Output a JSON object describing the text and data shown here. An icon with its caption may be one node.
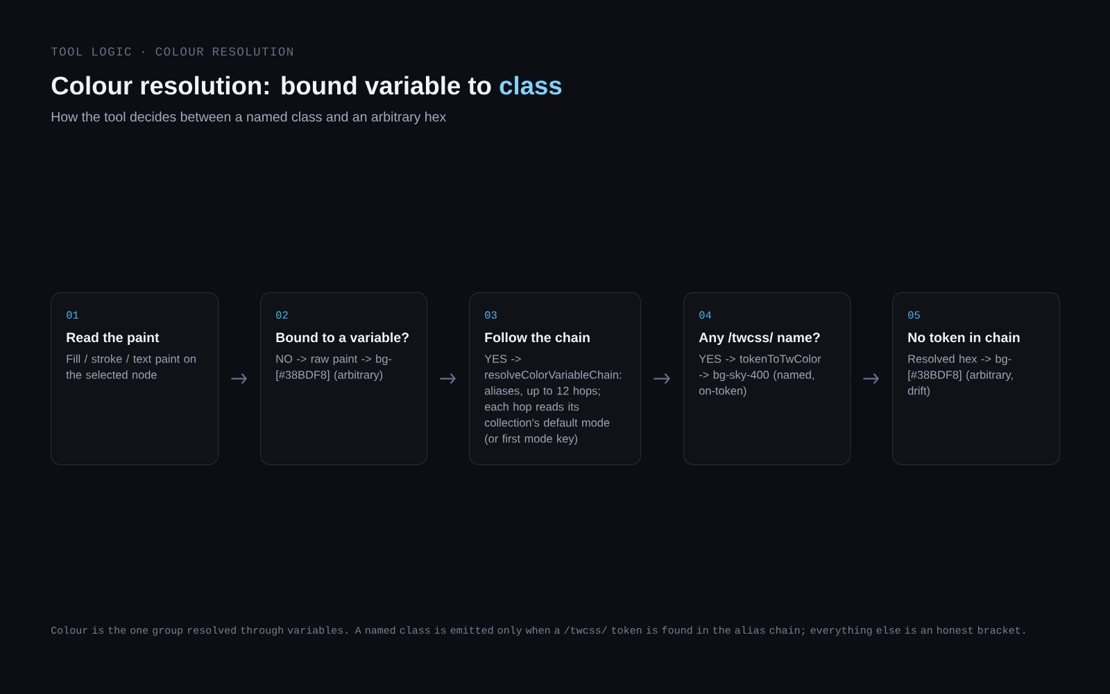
{
  "diagram": {
    "title": "Colour resolution: bound variable to class",
    "caption": "Colour is the one group resolved through variables. A named class is emitted only when a /twcss/ token is found in the alias chain; everything else is an honest bracket.",
    "nodes": [
      {
        "text": [
          "01",
          "Read the paint",
          "Fill / stroke / text paint on the selected node"
        ]
      },
      {
        "text": [
          "02",
          "Bound to a variable?",
          "NO -> raw paint -> bg-[#38BDF8] (arbitrary)"
        ]
      },
      {
        "text": [
          "03",
          "Follow the chain",
          "YES -> resolveColorVariableChain: aliases, up to 12 hops; each hop reads its collection's default mode (or first mode key)"
        ]
      },
      {
        "text": [
          "04",
          "Any /twcss/ name?",
          "YES -> tokenToTwColor -> bg-sky-400 (named, on-token)"
        ]
      },
      {
        "text": [
          "05",
          "No token in chain",
          "Resolved hex -> bg-[#38BDF8] (arbitrary, drift)"
        ]
      }
    ],
    "edges": [
      {
        "from": 0,
        "to": 1,
        "arrow": "to"
      },
      {
        "from": 1,
        "to": 2,
        "arrow": "to"
      },
      {
        "from": 2,
        "to": 3,
        "arrow": "to"
      },
      {
        "from": 3,
        "to": 4,
        "arrow": "to"
      }
    ],
    "labels": [
      "TOOL LOGIC · COLOUR RESOLUTION",
      "How the tool decides between a named class and an arbitrary hex"
    ]
  }
}
